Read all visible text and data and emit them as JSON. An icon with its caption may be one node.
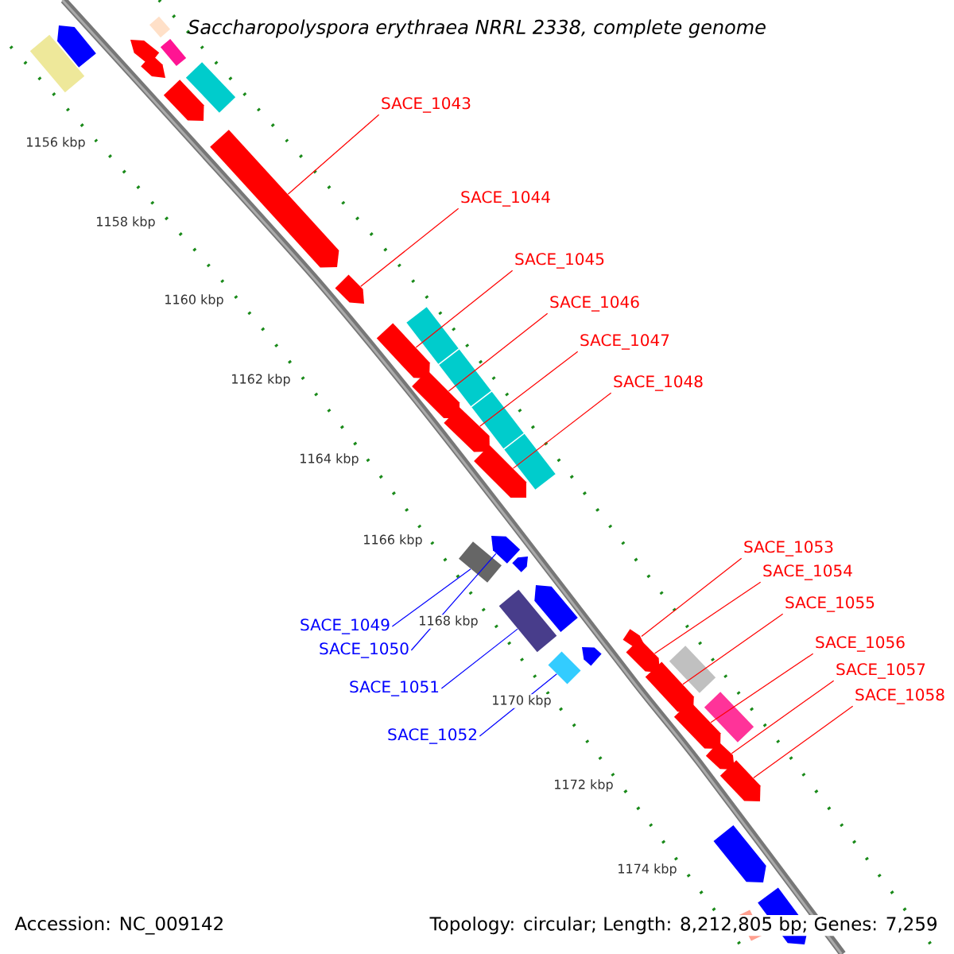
{
  "diagram": {
    "title": "Saccharopolyspora erythraea NRRL 2338, complete genome",
    "nodes": [
      {
        "text": [
          "SACE_1043"
        ]
      },
      {
        "text": [
          "SACE_1044"
        ]
      },
      {
        "text": [
          "SACE_1045"
        ]
      },
      {
        "text": [
          "SACE_1046"
        ]
      },
      {
        "text": [
          "SACE_1047"
        ]
      },
      {
        "text": [
          "SACE_1048"
        ]
      },
      {
        "text": [
          "SACE_1049"
        ]
      },
      {
        "text": [
          "SACE_1050"
        ]
      },
      {
        "text": [
          "SACE_1051"
        ]
      },
      {
        "text": [
          "SACE_1052"
        ]
      },
      {
        "text": [
          "SACE_1053"
        ]
      },
      {
        "text": [
          "SACE_1054"
        ]
      },
      {
        "text": [
          "SACE_1055"
        ]
      },
      {
        "text": [
          "SACE_1056"
        ]
      },
      {
        "text": [
          "SACE_1057"
        ]
      },
      {
        "text": [
          "SACE_1058"
        ]
      },
      {
        "text": [],
        "shape": "arrow"
      },
      {
        "text": [],
        "shape": "arrow"
      },
      {
        "text": [],
        "shape": "arrow"
      },
      {
        "text": [],
        "shape": "arrow"
      },
      {
        "text": [],
        "shape": "arrow"
      },
      {
        "text": [],
        "shape": "arrow"
      },
      {
        "text": [],
        "shape": "box"
      },
      {
        "text": [],
        "shape": "arrow"
      },
      {
        "text": [],
        "shape": "box"
      },
      {
        "text": [],
        "shape": "box"
      },
      {
        "text": [],
        "shape": "arrow"
      },
      {
        "text": [],
        "shape": "arrow"
      },
      {
        "text": [],
        "shape": "arrow"
      },
      {
        "text": [],
        "shape": "arrow"
      },
      {
        "text": [],
        "shape": "arrow"
      },
      {
        "text": [],
        "shape": "arrow"
      },
      {
        "text": [],
        "shape": "box"
      },
      {
        "text": [],
        "shape": "arrow"
      },
      {
        "text": [],
        "shape": "arrow"
      },
      {
        "text": [],
        "shape": "arrow"
      },
      {
        "text": [],
        "shape": "box"
      },
      {
        "text": [],
        "shape": "box"
      },
      {
        "text": [],
        "shape": "arrow"
      },
      {
        "text": [],
        "shape": "box"
      },
      {
        "text": [],
        "shape": "box"
      },
      {
        "text": [],
        "shape": "box"
      },
      {
        "text": [],
        "shape": "box"
      },
      {
        "text": [],
        "shape": "box"
      },
      {
        "text": [],
        "shape": "arrow"
      },
      {
        "text": [],
        "shape": "arrow"
      },
      {
        "text": [],
        "shape": "arrow"
      },
      {
        "text": [],
        "shape": "box"
      },
      {
        "text": [],
        "shape": "box"
      },
      {
        "text": [],
        "shape": "arrow"
      },
      {
        "text": [],
        "shape": "arrow"
      },
      {
        "text": [],
        "shape": "box"
      }
    ],
    "edges": [
      {
        "from": 0,
        "to": 16,
        "arrow": "none"
      },
      {
        "from": 1,
        "to": 17,
        "arrow": "none"
      },
      {
        "from": 2,
        "to": 18,
        "arrow": "none"
      },
      {
        "from": 3,
        "to": 19,
        "arrow": "none"
      },
      {
        "from": 4,
        "to": 20,
        "arrow": "none"
      },
      {
        "from": 5,
        "to": 21,
        "arrow": "none"
      },
      {
        "from": 6,
        "to": 22,
        "arrow": "none",
        "color": "#0000ff"
      },
      {
        "from": 7,
        "to": 23,
        "arrow": "none",
        "color": "#0000ff"
      },
      {
        "from": 8,
        "to": 24,
        "arrow": "none",
        "color": "#0000ff"
      },
      {
        "from": 9,
        "to": 25,
        "arrow": "none",
        "color": "#0000ff"
      },
      {
        "from": 10,
        "to": 26,
        "arrow": "none"
      },
      {
        "from": 11,
        "to": 27,
        "arrow": "none"
      },
      {
        "from": 12,
        "to": 28,
        "arrow": "none"
      },
      {
        "from": 13,
        "to": 29,
        "arrow": "none"
      },
      {
        "from": 14,
        "to": 30,
        "arrow": "none"
      },
      {
        "from": 15,
        "to": 31,
        "arrow": "none"
      }
    ],
    "labels": [
      "1156 kbp",
      "1158 kbp",
      "1160 kbp",
      "1162 kbp",
      "1164 kbp",
      "1166 kbp",
      "1168 kbp",
      "1170 kbp",
      "1172 kbp",
      "1174 kbp",
      "Accession: NC_009142",
      "Topology: circular; Length: 8,212,805 bp; Genes: 7,259"
    ]
  }
}
